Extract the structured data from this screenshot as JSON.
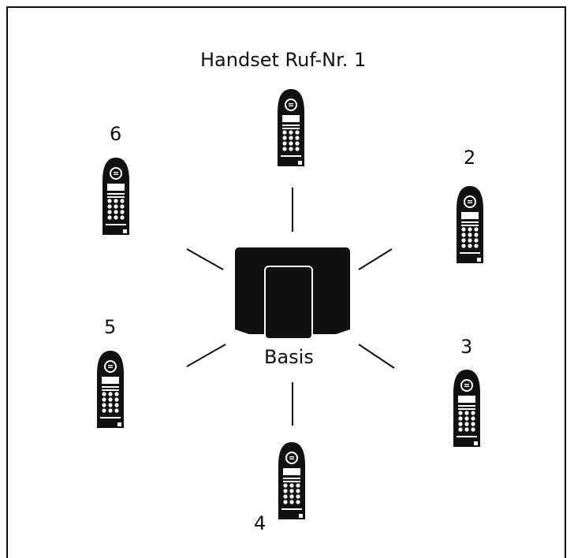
{
  "labels": {
    "handset_1": "Handset Ruf-Nr. 1",
    "handset_2": "2",
    "handset_3": "3",
    "handset_4": "4",
    "handset_5": "5",
    "handset_6": "6",
    "base": "Basis"
  },
  "colors": {
    "ink": "#111111",
    "paper": "#ffffff"
  }
}
